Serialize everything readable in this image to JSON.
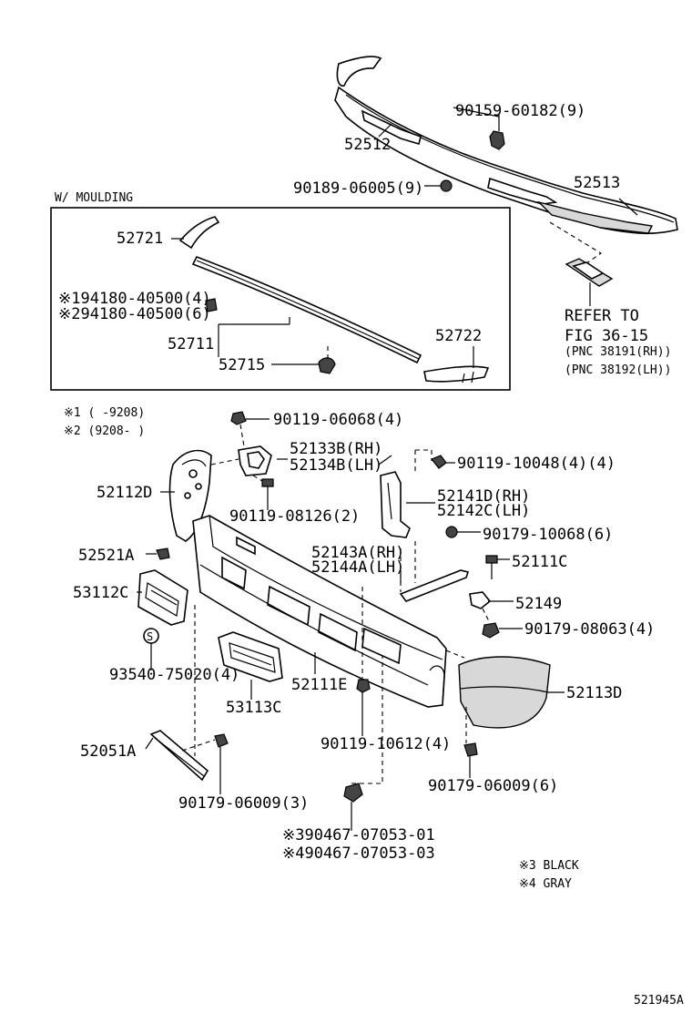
{
  "diagram": {
    "group_title": "W/ MOULDING",
    "footnotes": {
      "note1": "※1 (      -9208)",
      "note2": "※2 (9208-      )",
      "note3": "※3 BLACK",
      "note4": "※4 GRAY"
    },
    "refer": {
      "line1": "REFER TO",
      "line2": "FIG 36-15",
      "line3": "(PNC 38191(RH))",
      "line4": "(PNC 38192(LH))"
    },
    "figure_code": "521945A",
    "labels": {
      "p90159": "90159-60182(9)",
      "p52512": "52512",
      "p90189": "90189-06005(9)",
      "p52513": "52513",
      "p52721": "52721",
      "p94180a": "※194180-40500(4)",
      "p94180b": "※294180-40500(6)",
      "p52711": "52711",
      "p52715": "52715",
      "p52722": "52722",
      "p90119a": "90119-06068(4)",
      "p52133": "52133B(RH)",
      "p52134": "52134B(LH)",
      "p90119b": "90119-10048(4)(4)",
      "p52112": "52112D",
      "p52141": "52141D(RH)",
      "p52142": "52142C(LH)",
      "p90119c": "90119-08126(2)",
      "p90179a": "90179-10068(6)",
      "p52521": "52521A",
      "p52143": "52143A(RH)",
      "p52144": "52144A(LH)",
      "p52111c": "52111C",
      "p53112": "53112C",
      "p52149": "52149",
      "p90179b": "90179-08063(4)",
      "p93540": "93540-75020(4)",
      "p52111e": "52111E",
      "p52113": "52113D",
      "p53113": "53113C",
      "p52051": "52051A",
      "p90119d": "90119-10612(4)",
      "p90179c": "90179-06009(3)",
      "p90179d": "90179-06009(6)",
      "p90467a": "※390467-07053-01",
      "p90467b": "※490467-07053-03"
    }
  }
}
